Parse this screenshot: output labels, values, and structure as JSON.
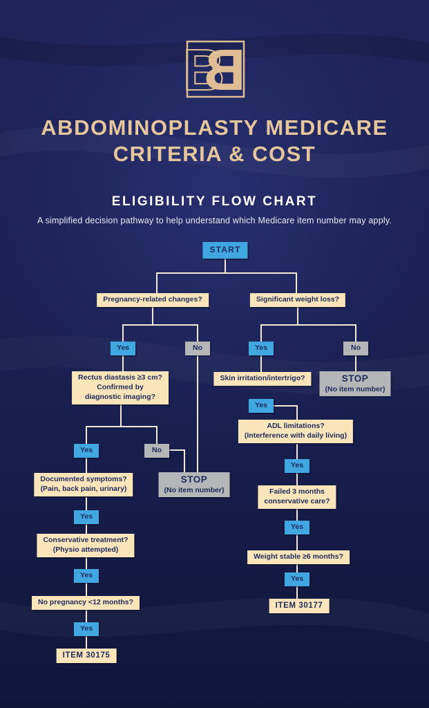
{
  "header": {
    "logo_icon": "bb-monogram",
    "title_line1": "ABDOMINOPLASTY MEDICARE",
    "title_line2": "CRITERIA & COST",
    "subtitle": "ELIGIBILITY FLOW CHART",
    "description": "A simplified decision pathway to help understand which Medicare item number may apply."
  },
  "colors": {
    "background_navy": "#1b2154",
    "gold": "#e6c69c",
    "box_cream": "#fae4ba",
    "box_blue": "#41a7e0",
    "box_gray": "#b4b6b8",
    "box_text_navy": "#1d2a5c",
    "line_cream": "#f3e9d4",
    "white": "#ffffff"
  },
  "flow": {
    "start_label": "START",
    "yes_label": "Yes",
    "no_label": "No",
    "stop_title": "STOP",
    "stop_subtitle": "(No item number)",
    "questions": {
      "pregnancy": "Pregnancy-related changes?",
      "weight_loss": "Significant weight loss?",
      "rectus": "Rectus diastasis ≥3 cm?\nConfirmed by\ndiagnostic imaging?",
      "skin": "Skin irritation/intertrigo?",
      "adl": "ADL limitations?\n(Interference with daily living)",
      "documented": "Documented symptoms?\n(Pain, back pain, urinary)",
      "conservative": "Conservative treatment?\n(Physio attempted)",
      "no_pregnancy": "No pregnancy <12 months?",
      "failed_care": "Failed 3 months\nconservative care?",
      "weight_stable": "Weight stable ≥6 months?"
    },
    "outcomes": {
      "item_left": "ITEM 30175",
      "item_right": "ITEM 30177"
    }
  }
}
